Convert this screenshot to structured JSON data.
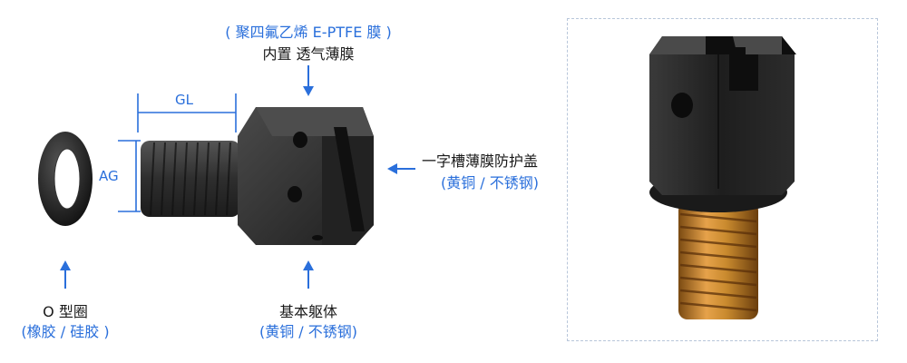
{
  "diagram": {
    "top_label": {
      "material": "( 聚四氟乙烯 E-PTFE 膜 )",
      "name": "内置 透气薄膜"
    },
    "cap_label": {
      "name": "一字槽薄膜防护盖",
      "material": "(黄铜 / 不锈钢)"
    },
    "oring_label": {
      "name": "O 型圈",
      "material": "(橡胶 / 硅胶 )"
    },
    "body_label": {
      "name": "基本躯体",
      "material": "(黄铜 / 不锈钢)"
    },
    "dimensions": {
      "gl": "GL",
      "ag": "AG"
    },
    "colors": {
      "accent": "#2a6fdb",
      "part_dark": "#2b2b2b",
      "brass": "#c98a2e"
    }
  }
}
